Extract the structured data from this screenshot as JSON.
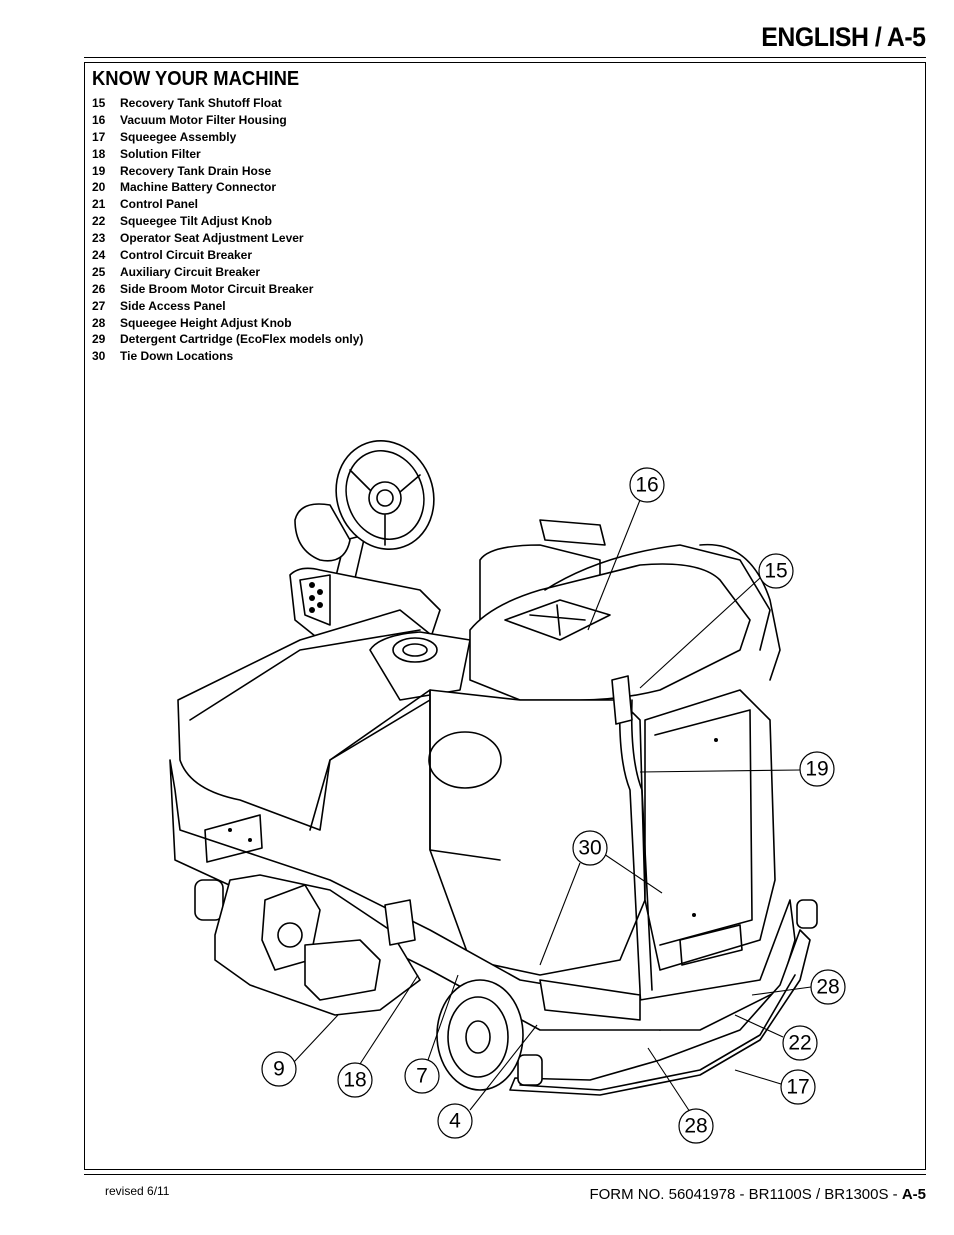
{
  "header": {
    "title": "ENGLISH / A-5"
  },
  "section": {
    "title": "KNOW YOUR MACHINE"
  },
  "legend": [
    {
      "num": "15",
      "label": "Recovery Tank Shutoff Float"
    },
    {
      "num": "16",
      "label": "Vacuum Motor Filter Housing"
    },
    {
      "num": "17",
      "label": "Squeegee Assembly"
    },
    {
      "num": "18",
      "label": "Solution Filter"
    },
    {
      "num": "19",
      "label": "Recovery Tank Drain Hose"
    },
    {
      "num": "20",
      "label": "Machine Battery Connector"
    },
    {
      "num": "21",
      "label": "Control Panel"
    },
    {
      "num": "22",
      "label": "Squeegee Tilt Adjust Knob"
    },
    {
      "num": "23",
      "label": "Operator Seat Adjustment Lever"
    },
    {
      "num": "24",
      "label": "Control Circuit Breaker"
    },
    {
      "num": "25",
      "label": "Auxiliary Circuit Breaker"
    },
    {
      "num": "26",
      "label": "Side Broom Motor Circuit Breaker"
    },
    {
      "num": "27",
      "label": "Side Access Panel"
    },
    {
      "num": "28",
      "label": "Squeegee Height Adjust Knob"
    },
    {
      "num": "29",
      "label": "Detergent Cartridge (EcoFlex models only)"
    },
    {
      "num": "30",
      "label": "Tie Down Locations"
    }
  ],
  "callouts": {
    "c16": "16",
    "c15": "15",
    "c19": "19",
    "c30": "30",
    "c28a": "28",
    "c22": "22",
    "c17": "17",
    "c28b": "28",
    "c9": "9",
    "c18": "18",
    "c7": "7",
    "c4": "4"
  },
  "footer": {
    "revised": "revised 6/11",
    "form_text": "FORM NO. 56041978 - BR1100S / BR1300S - ",
    "page": "A-5"
  }
}
